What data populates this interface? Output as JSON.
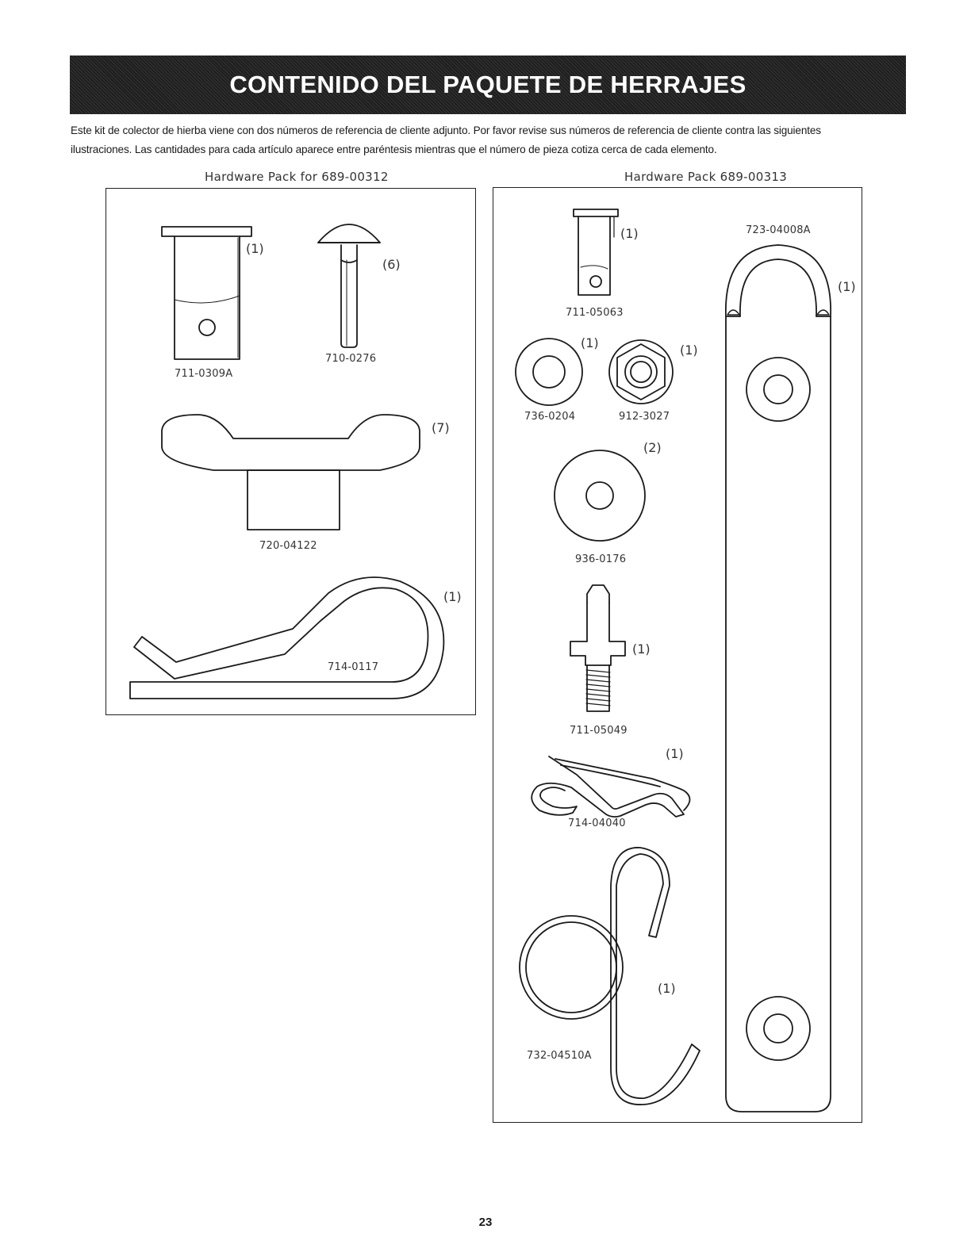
{
  "header": {
    "title": "CONTENIDO DEL PAQUETE DE HERRAJES"
  },
  "intro": {
    "line1": "Este kit de colector de hierba viene con dos números de referencia de cliente adjunto. Por favor revise sus números de referencia de cliente contra las siguientes",
    "line2": "ilustraciones. Las cantidades para cada artículo aparece entre paréntesis mientras que el número de pieza cotiza cerca de cada elemento."
  },
  "pack_left": {
    "title": "Hardware Pack for 689-00312",
    "parts": [
      {
        "part_no": "711-0309A",
        "qty": "(1)",
        "icon": "clevis-pin-icon"
      },
      {
        "part_no": "710-0276",
        "qty": "(6)",
        "icon": "carriage-bolt-icon"
      },
      {
        "part_no": "720-04122",
        "qty": "(7)",
        "icon": "wing-knob-icon"
      },
      {
        "part_no": "714-0117",
        "qty": "(1)",
        "icon": "hairpin-clip-icon"
      }
    ]
  },
  "pack_right": {
    "title": "Hardware Pack 689-00313",
    "parts": [
      {
        "part_no": "711-05063",
        "qty": "(1)",
        "icon": "clevis-pin-icon"
      },
      {
        "part_no": "736-0204",
        "qty": "(1)",
        "icon": "washer-icon"
      },
      {
        "part_no": "912-3027",
        "qty": "(1)",
        "icon": "hex-nut-icon"
      },
      {
        "part_no": "936-0176",
        "qty": "(2)",
        "icon": "flat-washer-icon"
      },
      {
        "part_no": "711-05049",
        "qty": "(1)",
        "icon": "shoulder-stud-icon"
      },
      {
        "part_no": "714-04040",
        "qty": "(1)",
        "icon": "cotter-clip-icon"
      },
      {
        "part_no": "732-04510A",
        "qty": "(1)",
        "icon": "spring-hook-icon"
      },
      {
        "part_no": "723-04008A",
        "qty": "(1)",
        "icon": "strap-bracket-icon"
      }
    ]
  },
  "footer": {
    "page_number": "23"
  }
}
